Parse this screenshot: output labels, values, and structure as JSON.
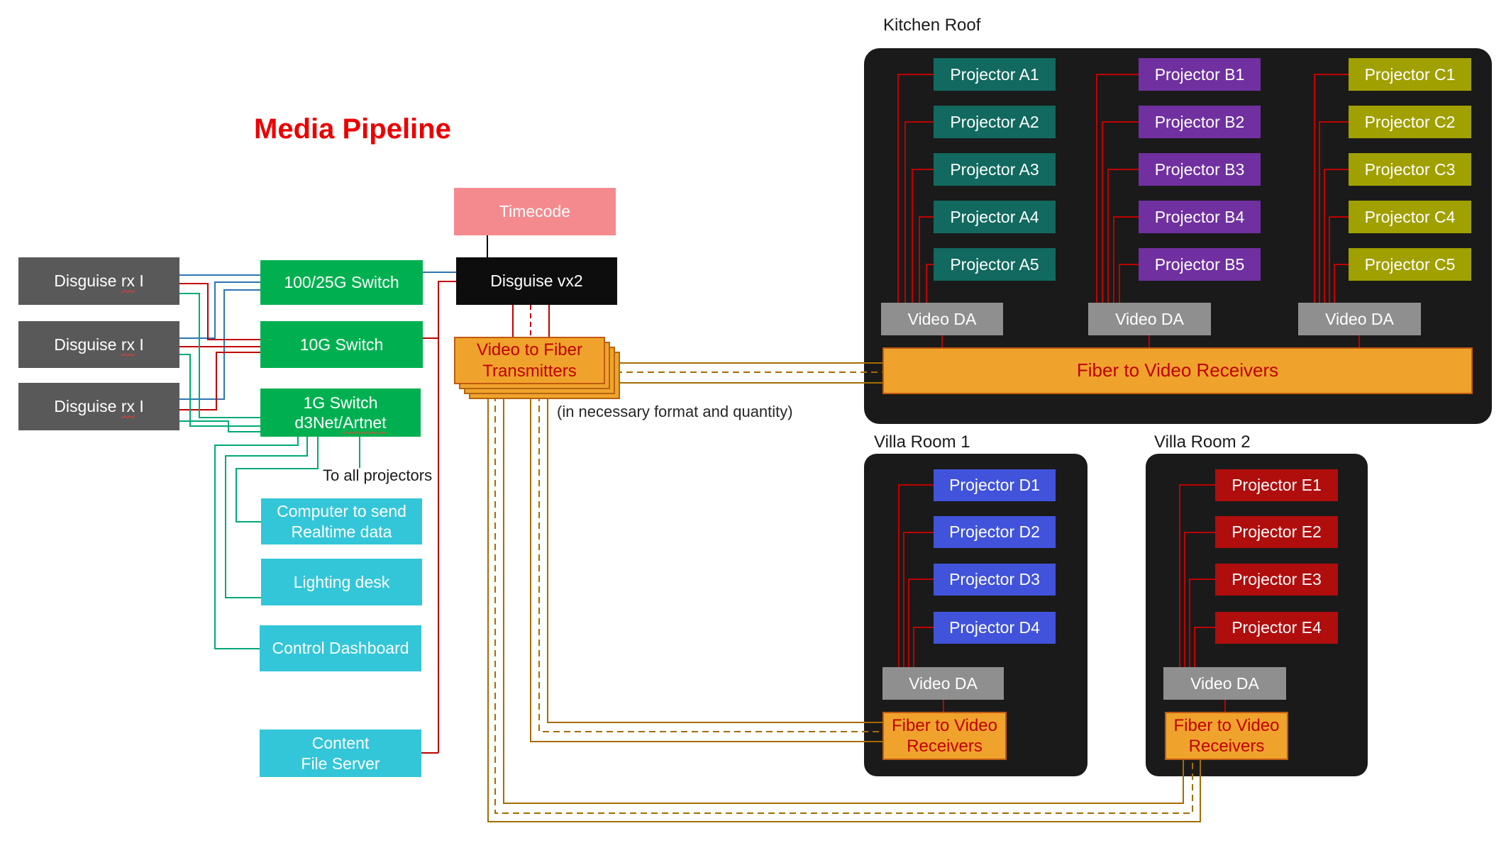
{
  "title": "Media Pipeline",
  "annotations": {
    "format_note": "(in necessary format and quantity)",
    "to_all_projectors": "To all projectors"
  },
  "left": {
    "sources": [
      {
        "pre": "Disguise",
        "wavy": "rx",
        "post": "I"
      },
      {
        "pre": "Disguise",
        "wavy": "rx",
        "post": "I"
      },
      {
        "pre": "Disguise",
        "wavy": "rx",
        "post": "I"
      }
    ],
    "switches": [
      {
        "label": "100/25G Switch"
      },
      {
        "label": "10G Switch"
      },
      {
        "line1": "1G Switch",
        "pre": "d3Net/",
        "wavy": "Artnet"
      }
    ],
    "controllers": [
      {
        "line1": "Computer to send",
        "line2": "Realtime data"
      },
      {
        "label": "Lighting desk"
      },
      {
        "label": "Control Dashboard"
      },
      {
        "line1": "Content",
        "line2": "File Server"
      }
    ]
  },
  "pipeline": {
    "timecode": "Timecode",
    "media_server": "Disguise vx2",
    "transmitters": {
      "line1": "Video to Fiber",
      "line2": "Transmitters"
    }
  },
  "kitchen": {
    "label": "Kitchen Roof",
    "video_da": "Video DA",
    "fiber": "Fiber to Video Receivers",
    "columns": [
      {
        "color": "#11695F",
        "projectors": [
          "Projector A1",
          "Projector A2",
          "Projector A3",
          "Projector A4",
          "Projector A5"
        ]
      },
      {
        "color": "#7030A0",
        "projectors": [
          "Projector B1",
          "Projector B2",
          "Projector B3",
          "Projector B4",
          "Projector B5"
        ]
      },
      {
        "color": "#A0A000",
        "projectors": [
          "Projector C1",
          "Projector C2",
          "Projector C3",
          "Projector C4",
          "Projector C5"
        ]
      }
    ]
  },
  "villa1": {
    "label": "Villa Room 1",
    "video_da": "Video DA",
    "fiber_line1": "Fiber to Video",
    "fiber_line2": "Receivers",
    "color": "#4153DB",
    "projectors": [
      "Projector D1",
      "Projector D2",
      "Projector D3",
      "Projector D4"
    ]
  },
  "villa2": {
    "label": "Villa Room 2",
    "video_da": "Video DA",
    "fiber_line1": "Fiber to Video",
    "fiber_line2": "Receivers",
    "color": "#B00D0D",
    "projectors": [
      "Projector E1",
      "Projector E2",
      "Projector E3",
      "Projector E4"
    ]
  },
  "colors": {
    "title_red": "#EB0000",
    "wire_red": "#C00000",
    "wire_blue": "#2E75B6",
    "wire_teal": "#00A878",
    "wire_fiber": "#A36D00",
    "wire_black": "#000000",
    "switch_green": "#00B050",
    "source_gray": "#595959",
    "controller_cyan": "#33C6D8",
    "timecode_salmon": "#F58A8E",
    "server_black": "#0D0D0D",
    "fiber_orange": "#F0A32C",
    "video_da_gray": "#8F8F8F",
    "panel_dark": "#1A1A1A"
  }
}
